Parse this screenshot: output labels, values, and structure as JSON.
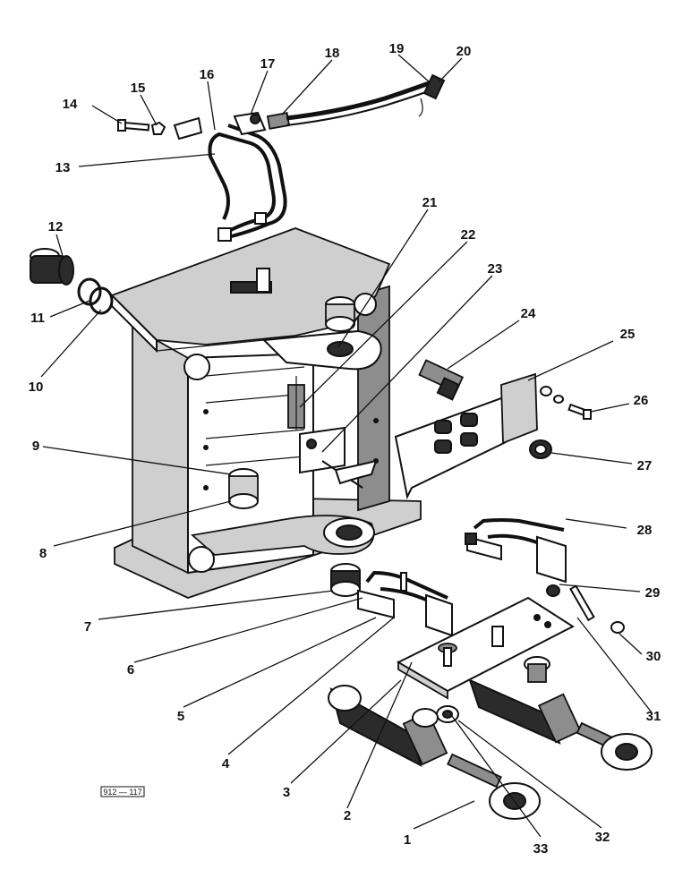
{
  "diagram": {
    "reference_code": "912 — 117",
    "callouts": [
      "1",
      "2",
      "3",
      "4",
      "5",
      "6",
      "7",
      "8",
      "9",
      "10",
      "11",
      "12",
      "13",
      "14",
      "15",
      "16",
      "17",
      "18",
      "19",
      "20",
      "21",
      "22",
      "23",
      "24",
      "25",
      "26",
      "27",
      "28",
      "29",
      "30",
      "31",
      "32",
      "33"
    ]
  }
}
